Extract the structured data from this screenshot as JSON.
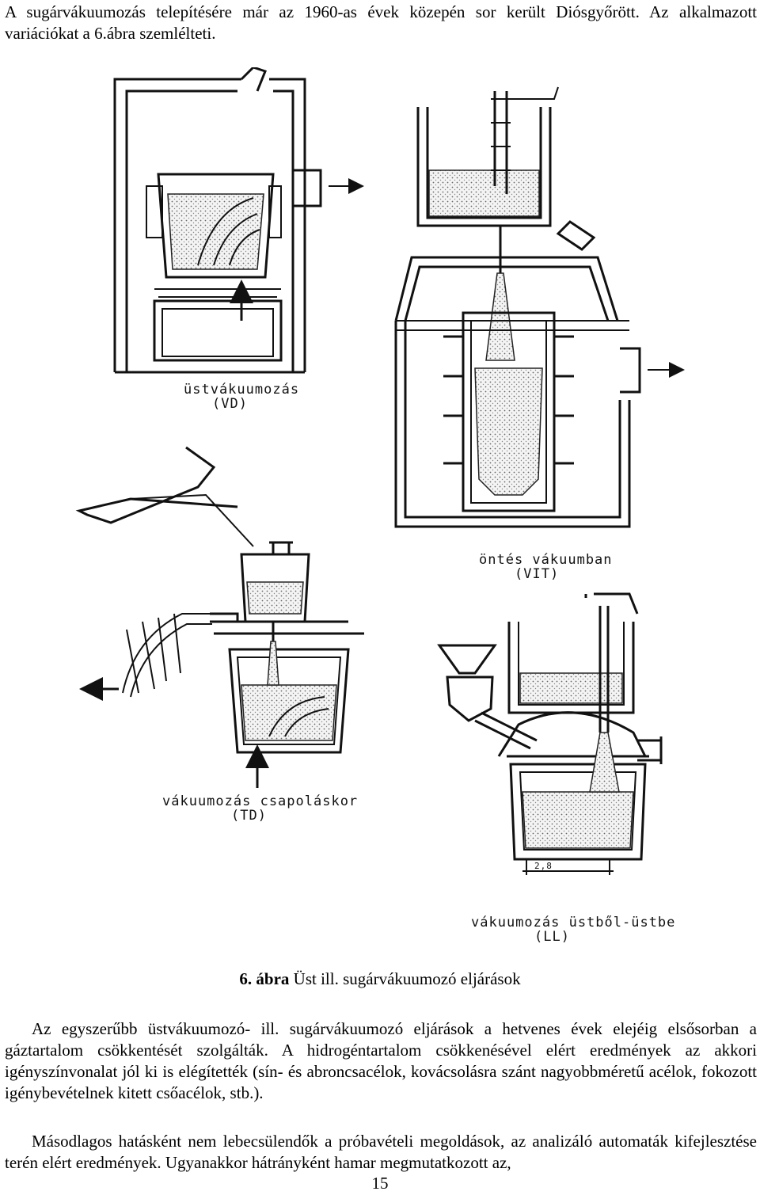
{
  "intro": "A sugárvákuumozás telepítésére már az 1960-as évek közepén sor került Diósgyőrött. Az alkalmazott variációkat a 6.ábra szemlélteti.",
  "figure": {
    "labels": {
      "vd_name": "üstvákuumozás",
      "vd_code": "(VD)",
      "vit_name": "öntés vákuumban",
      "vit_code": "(VIT)",
      "td_name": "vákuumozás csapoláskor",
      "td_code": "(TD)",
      "ll_name": "vákuumozás üstből-üstbe",
      "ll_code": "(LL)",
      "ll_dim": "2,8"
    }
  },
  "caption": {
    "number": "6. ábra",
    "text": " Üst ill. sugárvákuumozó eljárások"
  },
  "body": {
    "paragraph1": "Az egyszerűbb üstvákuumozó- ill. sugárvákuumozó eljárások a hetvenes évek elejéig elsősorban a gáztartalom csökkentését szolgálták. A hidrogéntartalom csökkenésével elért eredmények az akkori igényszínvonalat jól ki is elégítették (sín- és abroncsacélok, kovácsolásra szánt nagyobbméretű acélok, fokozott igénybevételnek kitett csőacélok, stb.).",
    "paragraph2": "Másodlagos hatásként nem lebecsülendők a próbavételi megoldások, az analizáló automaták kifejlesztése terén elért eredmények. Ugyanakkor hátrányként hamar megmutatkozott az,"
  },
  "page_number": "15"
}
